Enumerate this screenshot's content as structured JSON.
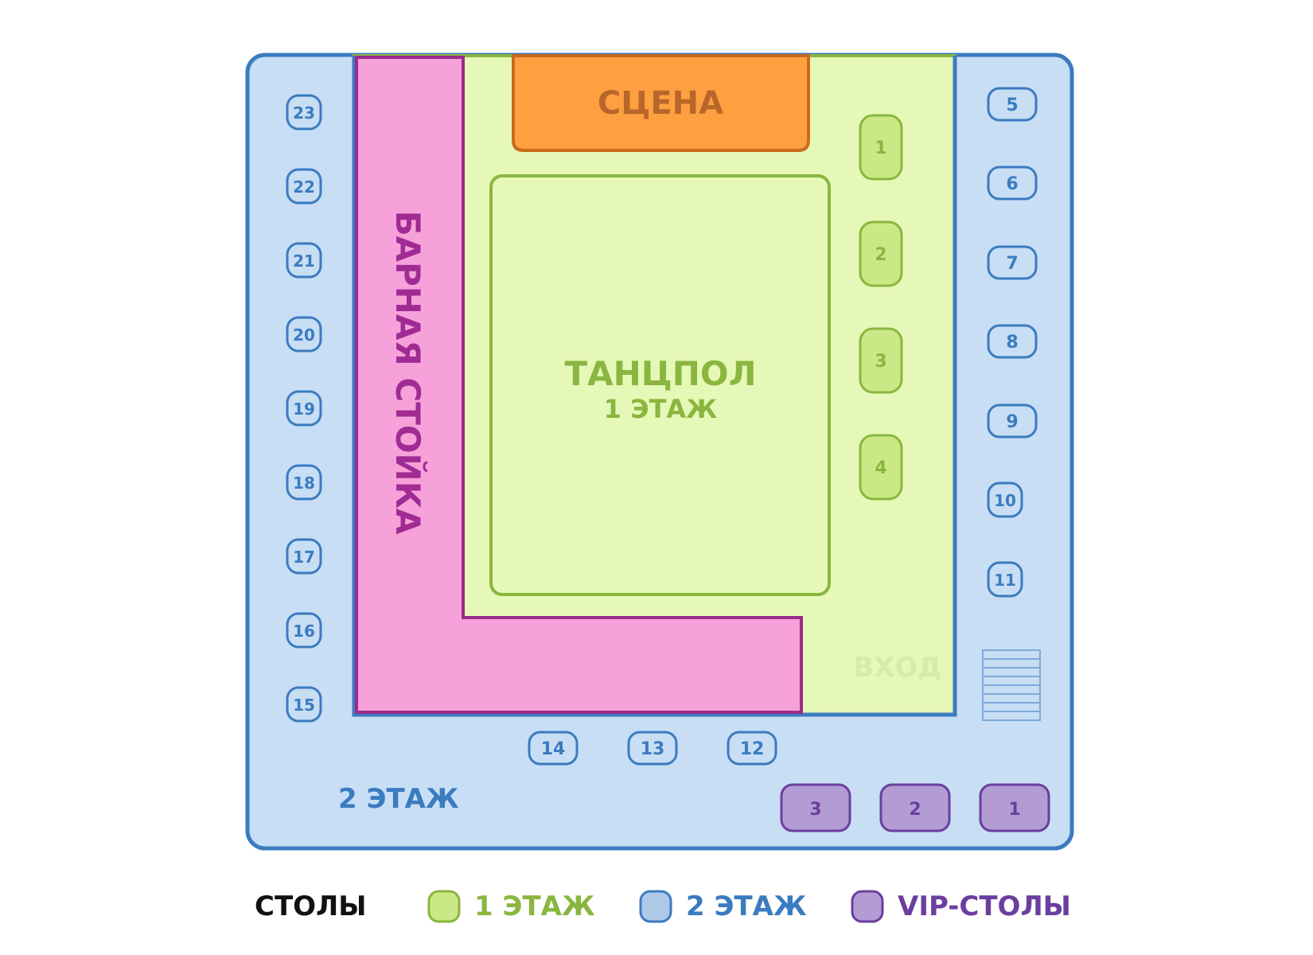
{
  "colors": {
    "floor2_fill": "#c7def5",
    "floor2_stroke": "#3b7bbf",
    "floor1_fill": "#e6f8b7",
    "floor1_stroke": "#8ab63f",
    "bar_fill": "#f6a1d9",
    "bar_stroke": "#9a2a8c",
    "stage_fill": "#ffa040",
    "stage_stroke": "#c96a1c",
    "vip_fill": "#b39bd4",
    "vip_stroke": "#6a3f9e",
    "entrance_text": "#d4ebab"
  },
  "zones": {
    "stage": "СЦЕНА",
    "bar": "БАРНАЯ СТОЙКА",
    "dance_floor_title": "ТАНЦПОЛ",
    "dance_floor_subtitle": "1 ЭТАЖ",
    "entrance": "ВХОД",
    "floor2_label": "2 ЭТАЖ",
    "stairs_icon": "stairs-icon"
  },
  "tables": {
    "floor1": [
      "1",
      "2",
      "3",
      "4"
    ],
    "floor2_right": [
      "5",
      "6",
      "7",
      "8",
      "9",
      "10",
      "11"
    ],
    "floor2_bottom": [
      "14",
      "13",
      "12"
    ],
    "floor2_left": [
      "23",
      "22",
      "21",
      "20",
      "19",
      "18",
      "17",
      "16",
      "15"
    ],
    "vip": [
      "3",
      "2",
      "1"
    ]
  },
  "legend": {
    "title": "СТОЛЫ",
    "items": [
      {
        "label": "1 ЭТАЖ",
        "color": "#8ab63f"
      },
      {
        "label": "2 ЭТАЖ",
        "color": "#3b7bbf"
      },
      {
        "label": "VIP-СТОЛЫ",
        "color": "#6a3f9e"
      }
    ]
  }
}
